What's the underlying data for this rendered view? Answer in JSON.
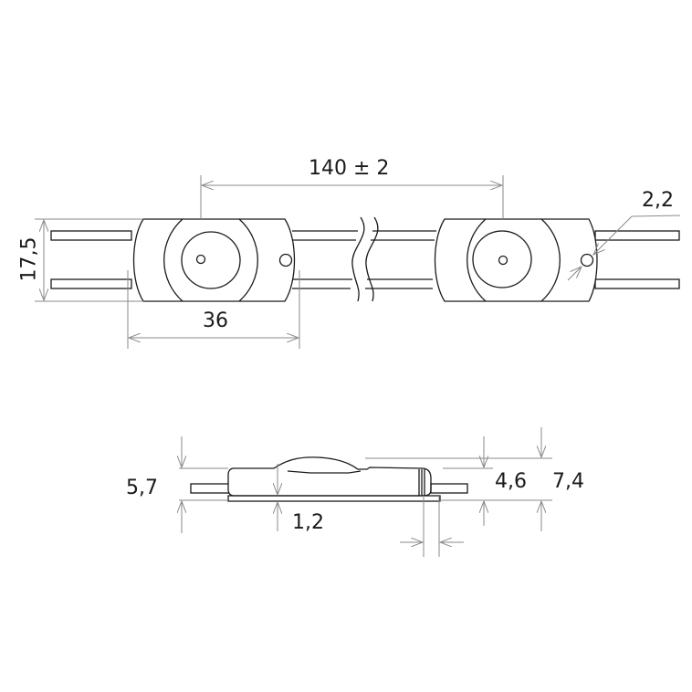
{
  "drawing": {
    "top_view": {
      "pitch_label": "140 ± 2",
      "height_label": "17,5",
      "width_label": "36",
      "hole_label": "2,2"
    },
    "side_view": {
      "overall_label": "5,7",
      "base_label": "1,2",
      "body_label": "4,6",
      "total_label": "7,4"
    },
    "colors": {
      "outline": "#1a1a1a",
      "dimension": "#8a8a8a"
    }
  }
}
